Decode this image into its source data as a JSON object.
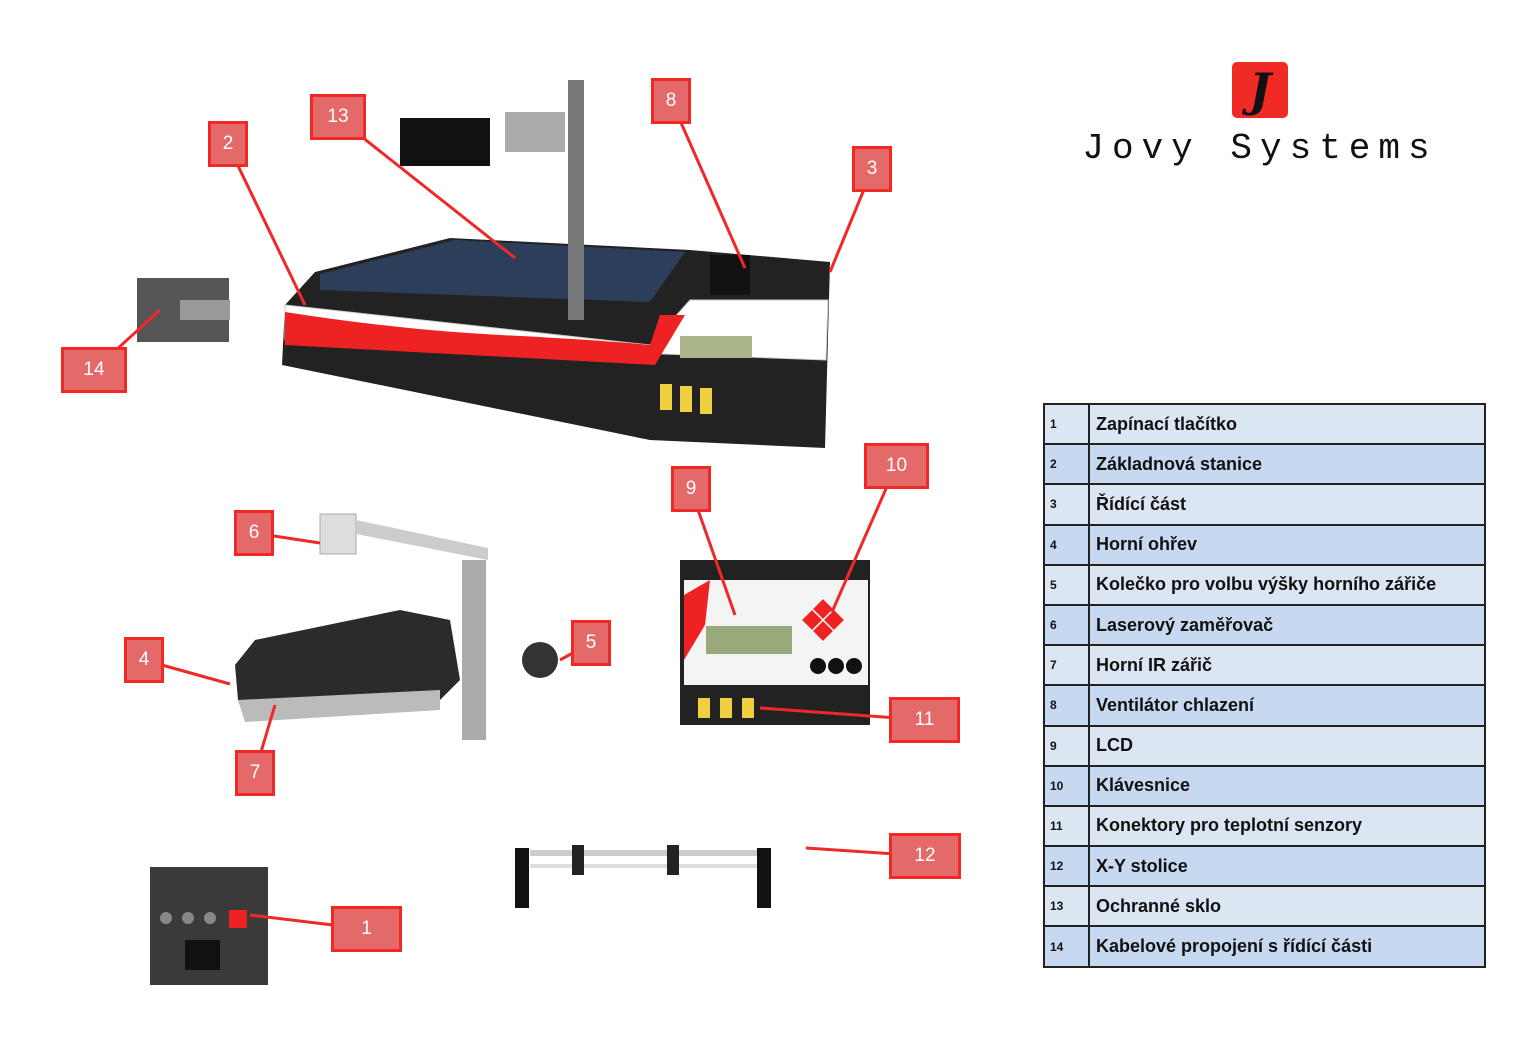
{
  "logo": {
    "brand": "Jovy Systems",
    "mark": "J"
  },
  "callouts": [
    "1",
    "2",
    "3",
    "4",
    "5",
    "6",
    "7",
    "8",
    "9",
    "10",
    "11",
    "12",
    "13",
    "14"
  ],
  "legend": [
    {
      "num": "1",
      "label": "Zapínací tlačítko"
    },
    {
      "num": "2",
      "label": "Základnová stanice"
    },
    {
      "num": "3",
      "label": "Řídící část"
    },
    {
      "num": "4",
      "label": "Horní ohřev"
    },
    {
      "num": "5",
      "label": "Kolečko pro volbu výšky horního zářiče"
    },
    {
      "num": "6",
      "label": "Laserový zaměřovač"
    },
    {
      "num": "7",
      "label": "Horní IR zářič"
    },
    {
      "num": "8",
      "label": "Ventilátor chlazení"
    },
    {
      "num": "9",
      "label": "LCD"
    },
    {
      "num": "10",
      "label": "Klávesnice"
    },
    {
      "num": "11",
      "label": "Konektory pro teplotní senzory"
    },
    {
      "num": "12",
      "label": "X-Y stolice"
    },
    {
      "num": "13",
      "label": "Ochranné sklo"
    },
    {
      "num": "14",
      "label": "Kabelové propojení s řídící části"
    }
  ],
  "colors": {
    "callout_fill": "#e46a6a",
    "callout_border": "#f02828",
    "row_light": "#dce6f2",
    "row_dark": "#c6d9f1"
  }
}
